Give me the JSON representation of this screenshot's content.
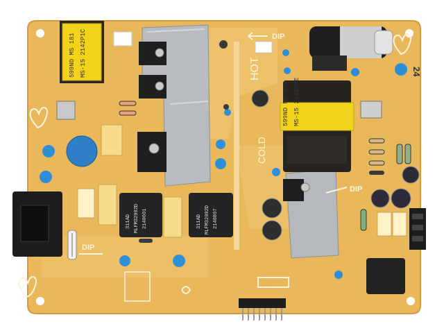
{
  "board": {
    "colors": {
      "pcb": "#e9b85a",
      "pcb_light": "#f2cd80",
      "silkscreen": "#fff4dc",
      "heatsink": "#b9bcc0",
      "transformer_core": "#262320",
      "transformer_label": "#f3d21c",
      "capacitor_blue": "#2f8fd6",
      "connector": "#1d1d1d"
    },
    "labels": {
      "transformer_left_line1": "599ND MS 181",
      "transformer_left_line2": "MS-15 2142P1C",
      "transformer_right_line1": "599ND MS 501",
      "transformer_right_line2": "MS-15 2143P0E",
      "inductor_left_line1": "311AD",
      "inductor_left_line2": "MLFM32002D",
      "inductor_left_line3": "2140601",
      "inductor_right_line1": "311AD",
      "inductor_right_line2": "MLFM32002D",
      "inductor_right_line3": "2140807",
      "hot_label": "HOT",
      "cold_label": "COLD",
      "dip_top": "DIP",
      "dip_right": "DIP",
      "dip_bottom": "DIP",
      "board_number": "24"
    },
    "icons": [
      "hand-warning-icon",
      "samsung-logo"
    ]
  }
}
